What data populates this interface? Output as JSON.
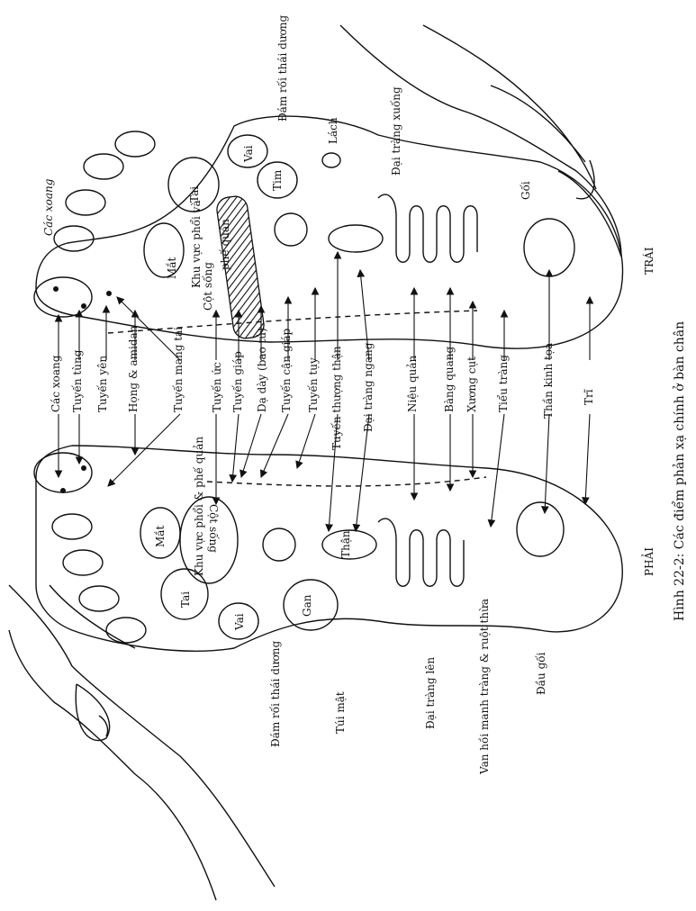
{
  "figure": {
    "caption": "Hình 22-2: Các điểm phản xạ chính ở bàn chân",
    "left_foot_label": "TRÁI",
    "right_foot_label": "PHẢI"
  },
  "labels": {
    "cac_xoang_top": "Các xoang",
    "cac_xoang": "Các xoang",
    "tuyen_tung": "Tuyến tùng",
    "tuyen_yen": "Tuyến yên",
    "hong_amidan": "Họng & amidan",
    "tuyen_mang_tai": "Tuyến mang tai",
    "cot_song_top": "Cột sống",
    "cot_song_bottom": "Cột sống",
    "tuyen_uc": "Tuyến ức",
    "tuyen_giap": "Tuyến giáp",
    "da_day": "Dạ dày (bao tử)",
    "tuyen_can_giap": "Tuyến cận giáp",
    "tuyen_tuy": "Tuyến tụy",
    "tuyen_thuong_than": "Tuyến thượng thận",
    "dai_trang_ngang": "Đại tràng ngang",
    "nieu_quan": "Niệu quản",
    "bang_quang": "Bàng quang",
    "xuong_cut": "Xương cụt",
    "tieu_trang": "Tiểu tràng",
    "than_kinh_toa": "Thần kinh tọa",
    "tri": "Trĩ",
    "dam_roi_top": "Đám rối thái dương",
    "lach": "Lách",
    "dai_trang_xuong": "Đại tràng xuống",
    "goi_top": "Gối",
    "tai_top": "Tai",
    "vai_top": "Vai",
    "tim": "Tim",
    "mat_top": "Mắt",
    "phe_quan_top": "phế quản",
    "khu_vuc_phoi_top": "Khu vực phổi và",
    "mat_bottom": "Mắt",
    "khu_vuc_phoi_bottom": "Khu vực phổi & phế quản",
    "than": "Thận",
    "tai_bottom": "Tai",
    "vai_bottom": "Vai",
    "gan": "Gan",
    "dam_roi_bottom": "Đám rối thái dương",
    "tui_mat": "Túi mật",
    "dai_trang_len": "Đại tràng lên",
    "van_hoi_manh": "Van hồi manh tràng & ruột thừa",
    "dau_goi": "Đầu gối"
  }
}
